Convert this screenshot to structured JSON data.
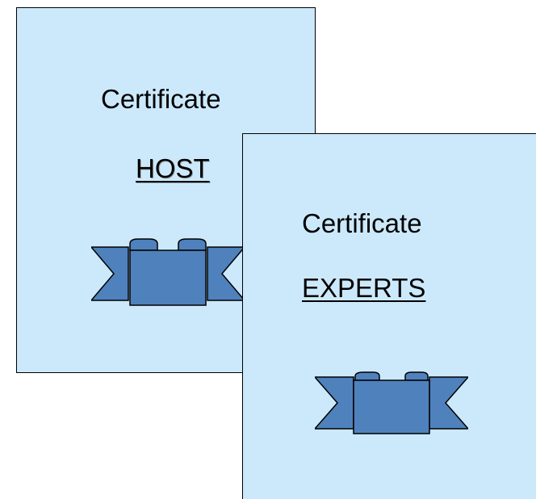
{
  "certificates": [
    {
      "title": "Certificate",
      "name": "HOST"
    },
    {
      "title": "Certificate",
      "name": "EXPERTS"
    }
  ],
  "colors": {
    "card_fill": "#cce9fb",
    "ribbon_fill": "#4f81bd",
    "border": "#000000"
  },
  "icons": {
    "seal": "ribbon-banner-icon"
  }
}
